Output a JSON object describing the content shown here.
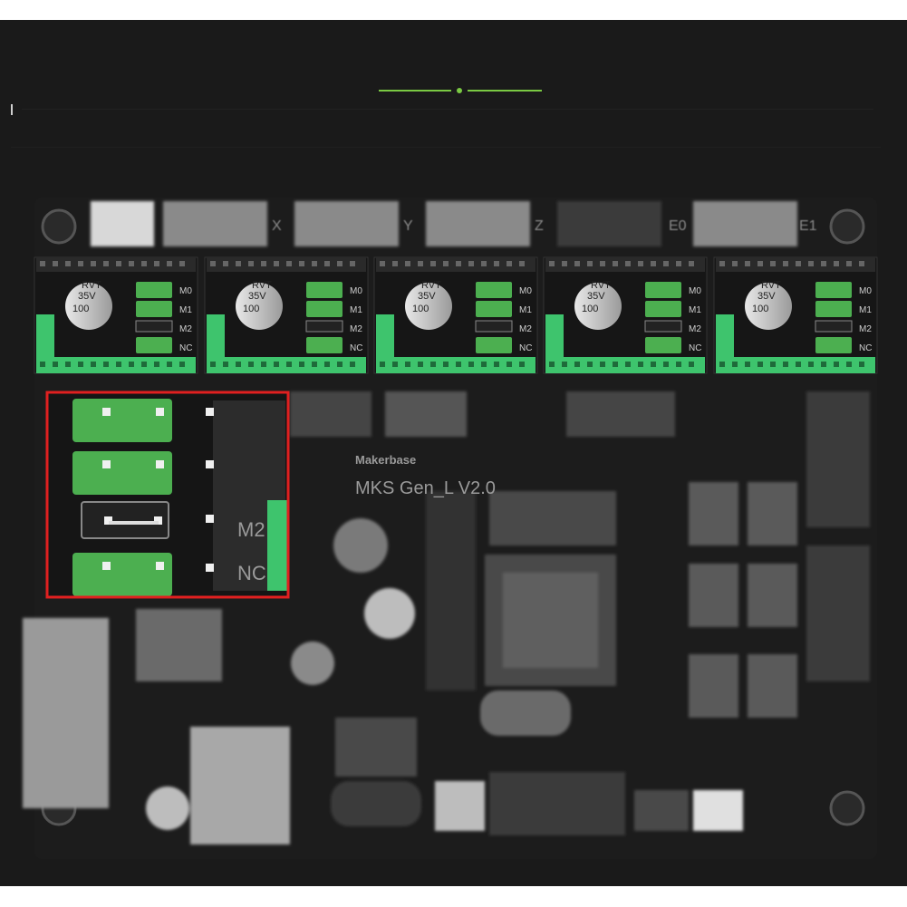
{
  "board": {
    "brand": "Makerbase",
    "model": "MKS  Gen_L V2.0",
    "axis_labels": [
      "X",
      "Y",
      "Z",
      "E0",
      "E1"
    ],
    "driver_slots": [
      {
        "cap_value": "100",
        "cap_voltage": "35V",
        "cap_code": "RVT"
      },
      {
        "cap_value": "100",
        "cap_voltage": "35V",
        "cap_code": "RVT"
      },
      {
        "cap_value": "100",
        "cap_voltage": "35V",
        "cap_code": "RVT"
      },
      {
        "cap_value": "100",
        "cap_voltage": "35V",
        "cap_code": "RVT"
      },
      {
        "cap_value": "100",
        "cap_voltage": "35V",
        "cap_code": "RVT"
      }
    ],
    "pin_labels": [
      "M0",
      "M1",
      "M2",
      "NC"
    ]
  },
  "zoom": {
    "labels": [
      "M2",
      "NC"
    ],
    "highlight_color": "#e02020"
  },
  "colors": {
    "accent": "#7ac943",
    "jumper": "#4caf50",
    "header_green": "#3ec46d",
    "board": "#1c1c1c",
    "highlight": "#e02020"
  }
}
